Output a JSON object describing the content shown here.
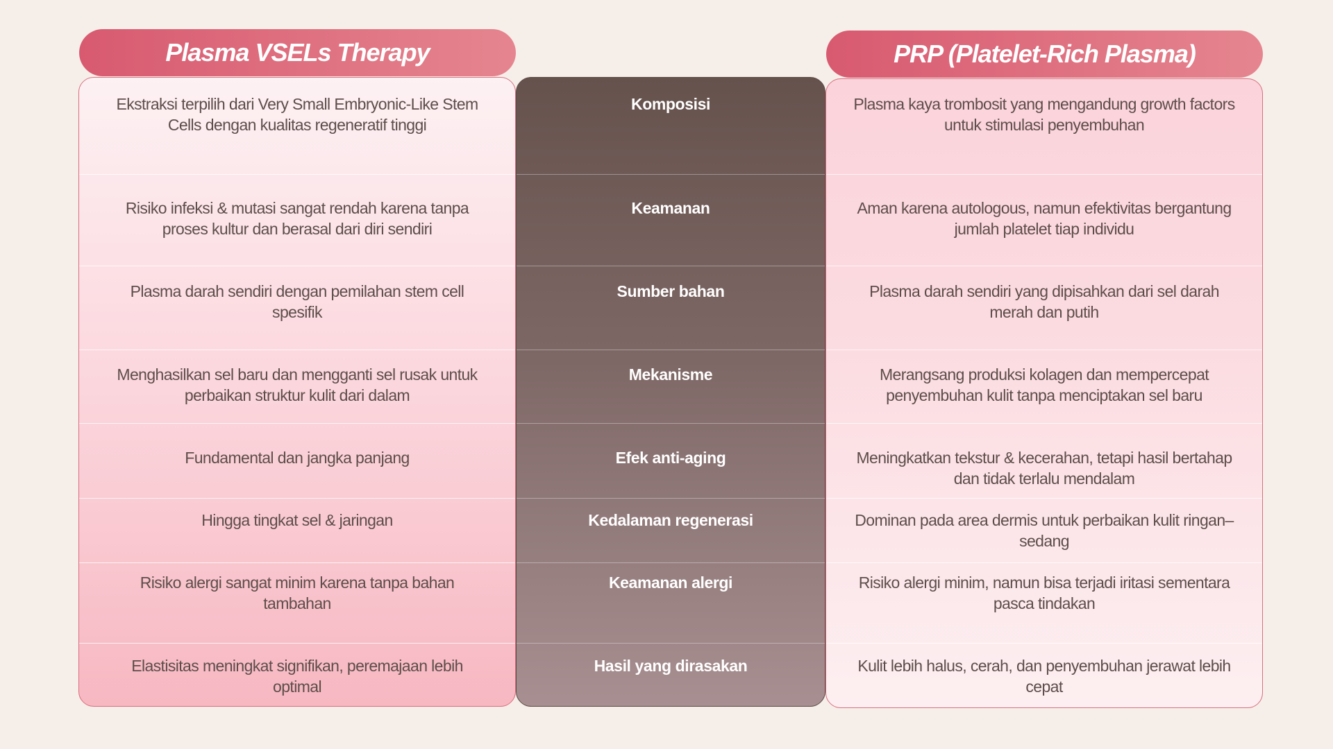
{
  "left_header": "Plasma VSELs Therapy",
  "right_header": "PRP (Platelet-Rich Plasma)",
  "rows": [
    {
      "label": "Komposisi",
      "left": "Ekstraksi terpilih dari Very Small Embryonic-Like Stem Cells dengan kualitas regeneratif tinggi",
      "right": "Plasma kaya trombosit yang mengandung growth factors untuk stimulasi penyembuhan"
    },
    {
      "label": "Keamanan",
      "left": "Risiko infeksi & mutasi sangat rendah karena tanpa proses kultur dan berasal dari diri sendiri",
      "right": "Aman karena autologous, namun efektivitas bergantung jumlah platelet tiap individu"
    },
    {
      "label": "Sumber bahan",
      "left": "Plasma darah sendiri dengan pemilahan stem cell spesifik",
      "right": "Plasma darah sendiri yang dipisahkan dari sel darah merah dan putih"
    },
    {
      "label": "Mekanisme",
      "left": "Menghasilkan sel baru dan mengganti sel rusak untuk perbaikan struktur kulit dari dalam",
      "right": "Merangsang produksi kolagen dan mempercepat penyembuhan kulit tanpa menciptakan sel baru"
    },
    {
      "label": "Efek anti-aging",
      "left": "Fundamental dan jangka panjang",
      "right": "Meningkatkan tekstur & kecerahan, tetapi hasil bertahap dan tidak terlalu mendalam"
    },
    {
      "label": "Kedalaman regenerasi",
      "left": "Hingga tingkat sel & jaringan",
      "right": "Dominan pada area dermis untuk perbaikan kulit ringan–sedang"
    },
    {
      "label": "Keamanan alergi",
      "left": "Risiko alergi sangat minim karena tanpa bahan tambahan",
      "right": "Risiko alergi minim, namun bisa terjadi iritasi sementara pasca tindakan"
    },
    {
      "label": "Hasil yang dirasakan",
      "left": "Elastisitas meningkat signifikan, peremajaan lebih optimal",
      "right": "Kulit lebih halus, cerah, dan penyembuhan jerawat lebih cepat"
    }
  ]
}
